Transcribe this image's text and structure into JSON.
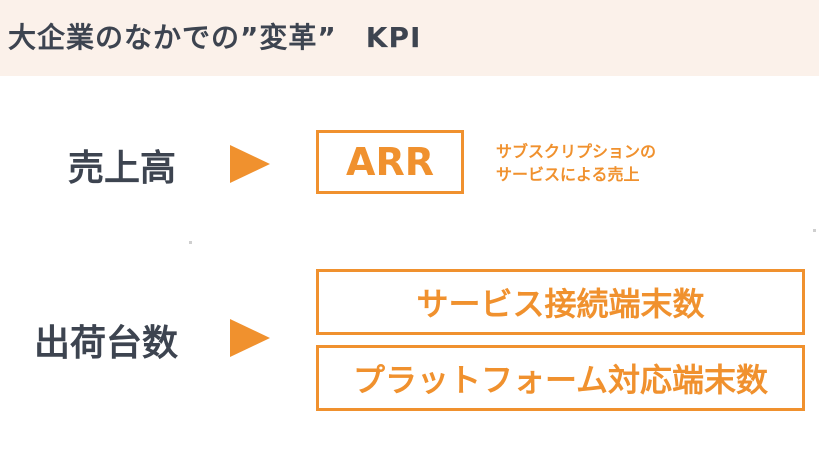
{
  "header": {
    "title": "大企業のなかでの”変革”　KPI"
  },
  "rows": [
    {
      "label": "売上高",
      "boxes": [
        "ARR"
      ],
      "note_lines": [
        "サブスクリプションの",
        "サービスによる売上"
      ]
    },
    {
      "label": "出荷台数",
      "boxes": [
        "サービス接続端末数",
        "プラットフォーム対応端末数"
      ]
    }
  ],
  "colors": {
    "accent": "#f0912e",
    "text": "#3d4450",
    "header_bg": "#fbf1ea"
  },
  "icons": {
    "arrow": "right-triangle-arrow-icon"
  }
}
